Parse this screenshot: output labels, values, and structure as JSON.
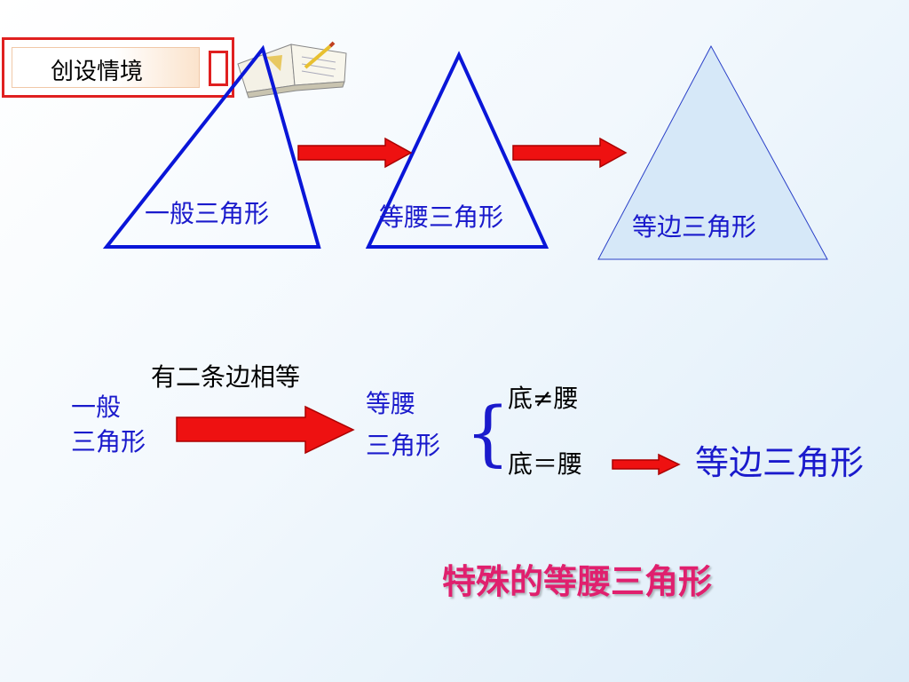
{
  "header": {
    "title": "创设情境"
  },
  "top_row": {
    "triangles": [
      {
        "label": "一般三角形"
      },
      {
        "label": "等腰三角形"
      },
      {
        "label": "等边三角形"
      }
    ]
  },
  "bottom_row": {
    "start_line1": "一般",
    "start_line2": "三角形",
    "condition": "有二条边相等",
    "mid_line1": "等腰",
    "mid_line2": "三角形",
    "case_unequal": "底≠腰",
    "case_equal": "底＝腰",
    "result": "等边三角形"
  },
  "footer": {
    "special": "特殊的等腰三角形"
  },
  "colors": {
    "triangle_stroke": "#0a16d8",
    "equilateral_fill": "#d6e8f8",
    "arrow_fill": "#ee1111",
    "label_blue": "#1a1acc",
    "special_text": "#e0206e"
  }
}
